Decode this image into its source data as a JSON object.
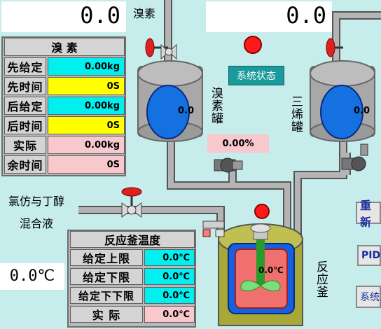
{
  "top_left_readout": "0.0",
  "top_right_readout": "0.0",
  "left_temp_readout": "0.0℃",
  "bromine_label": "溴素",
  "bromine_panel": {
    "title": "溴    素",
    "rows": [
      {
        "key": "先给定",
        "value": "0.00kg",
        "color": "cyan"
      },
      {
        "key": "先时间",
        "value": "0S",
        "color": "yellow"
      },
      {
        "key": "后给定",
        "value": "0.00kg",
        "color": "cyan"
      },
      {
        "key": "后时间",
        "value": "0S",
        "color": "yellow"
      },
      {
        "key": "实际",
        "value": "0.00kg",
        "color": "pink"
      },
      {
        "key": "余时间",
        "value": "0S",
        "color": "pink"
      }
    ]
  },
  "system_status_label": "系统状态",
  "bromine_tank": {
    "label": "溴素罐",
    "reading": "0.0",
    "percent": "0.00%"
  },
  "triene_tank": {
    "label": "三烯罐",
    "reading": "0.0"
  },
  "mixture_label_line1": "氯仿与丁醇",
  "mixture_label_line2": "混合液",
  "reactor": {
    "label": "反应釜",
    "reading": "0.0℃"
  },
  "temp_panel": {
    "title": "反应釜温度",
    "rows": [
      {
        "key": "给定上限",
        "value": "0.0℃",
        "color": "cyan"
      },
      {
        "key": "给定下限",
        "value": "0.0℃",
        "color": "cyan"
      },
      {
        "key": "给定下下限",
        "value": "0.0℃",
        "color": "cyan"
      },
      {
        "key": "实    际",
        "value": "0.0℃",
        "color": "pink"
      }
    ]
  },
  "buttons": {
    "restart": "重新",
    "pid": "PID",
    "system": "系统"
  },
  "colors": {
    "background": "#c6ecec",
    "pipe": "#9c9c9c",
    "tank_body": "#a8a8a8",
    "liquid": "#1570e0",
    "valve_red": "#e02020"
  }
}
